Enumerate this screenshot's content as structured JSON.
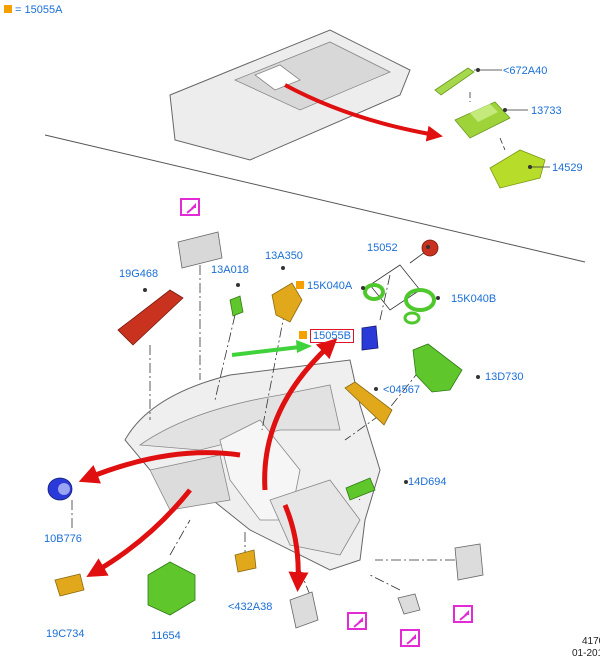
{
  "legend": {
    "marker_color": "#f4a100",
    "text": "= 15055A"
  },
  "labels": {
    "p672A40": "<672A40",
    "p13733": "13733",
    "p14529": "14529",
    "p19G468": "19G468",
    "p13A018": "13A018",
    "p13A350": "13A350",
    "p15052": "15052",
    "p15K040A": "15K040A",
    "p15K040B": "15K040B",
    "p15055B": "15055B",
    "p13D730": "13D730",
    "p04567": "<04567",
    "p14D694": "14D694",
    "p10B776": "10B776",
    "p19C734": "19C734",
    "p11654": "11654",
    "p432A38": "<432A38"
  },
  "footer": {
    "ref": "4170",
    "date": "01-201"
  },
  "colors": {
    "label": "#1a6fd6",
    "arrow_red": "#e01010",
    "arrow_green": "#3fd23a",
    "zoom_box": "#e22bd4",
    "part_green": "#5fc62c",
    "part_yellow": "#e0a81a",
    "part_red": "#c8321e",
    "part_blue": "#2a3ad8"
  },
  "icons": [
    "zoom-detail-icon"
  ]
}
